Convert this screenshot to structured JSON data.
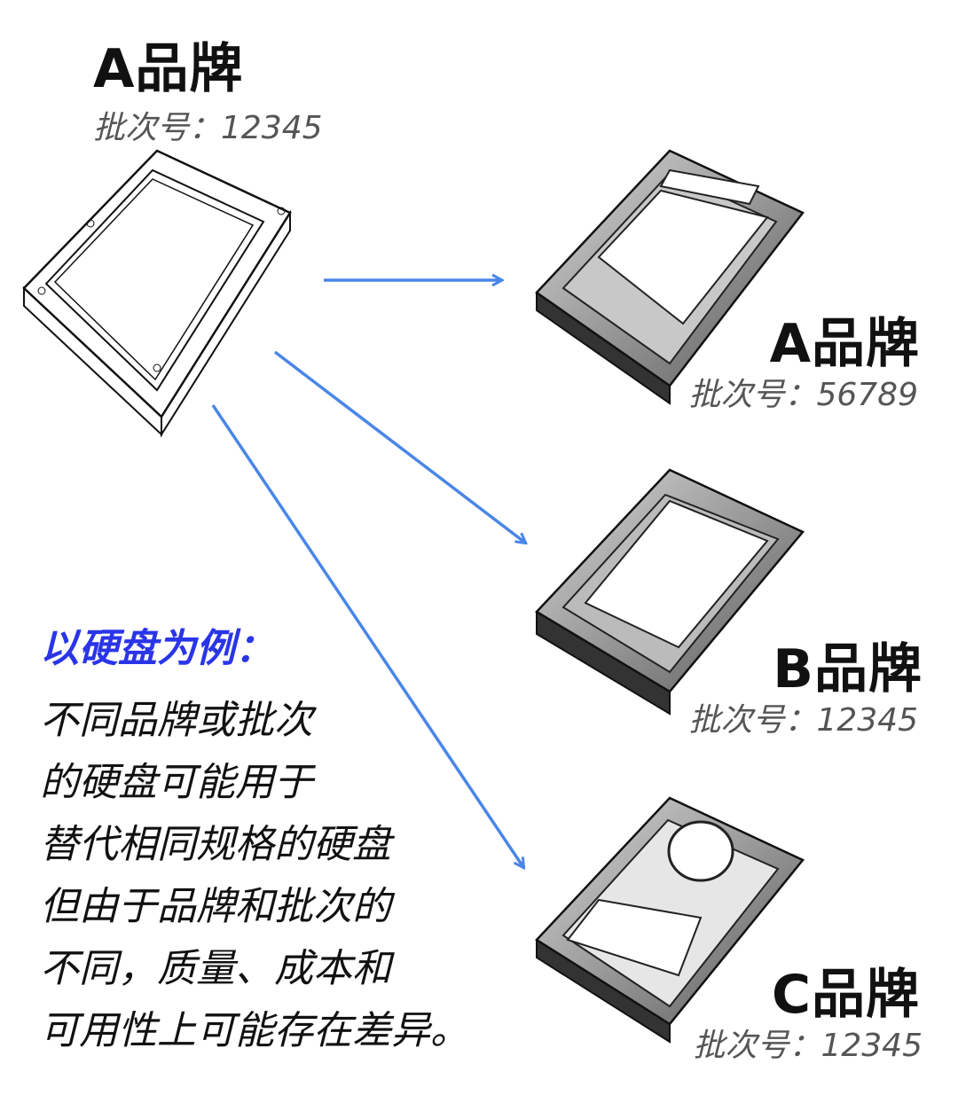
{
  "source": {
    "brand": "A品牌",
    "batch": "批次号：12345"
  },
  "targets": [
    {
      "brand": "A品牌",
      "batch": "批次号：56789"
    },
    {
      "brand": "B品牌",
      "batch": "批次号：12345"
    },
    {
      "brand": "C品牌",
      "batch": "批次号：12345"
    }
  ],
  "note": {
    "title": "以硬盘为例：",
    "lines": [
      "不同品牌或批次",
      "的硬盘可能用于",
      "替代相同规格的硬盘",
      "但由于品牌和批次的",
      "不同，质量、成本和",
      "可用性上可能存在差异。"
    ]
  },
  "colors": {
    "arrow": "#4a86e8",
    "title": "#2a35e8"
  }
}
